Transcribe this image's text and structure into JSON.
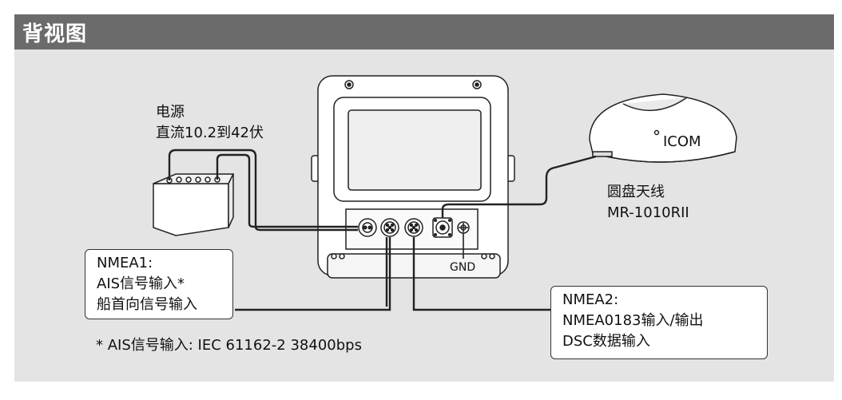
{
  "header": {
    "title": "背视图"
  },
  "power": {
    "line1": "电源",
    "line2": "直流10.2到42伏"
  },
  "antenna": {
    "name": "圆盘天线",
    "model": "MR-1010RII",
    "brand": "ICOM"
  },
  "gnd": {
    "label": "GND"
  },
  "nmea1": {
    "line1": "NMEA1:",
    "line2": "AIS信号输入*",
    "line3": "船首向信号输入"
  },
  "nmea2": {
    "line1": "NMEA2:",
    "line2": "NMEA0183输入/输出",
    "line3": "DSC数据输入"
  },
  "footnote": {
    "text": "* AIS信号输入:  IEC 61162-2 38400bps"
  },
  "colors": {
    "header_bg": "#6b6b6b",
    "panel_bg": "#e4e4e4"
  }
}
